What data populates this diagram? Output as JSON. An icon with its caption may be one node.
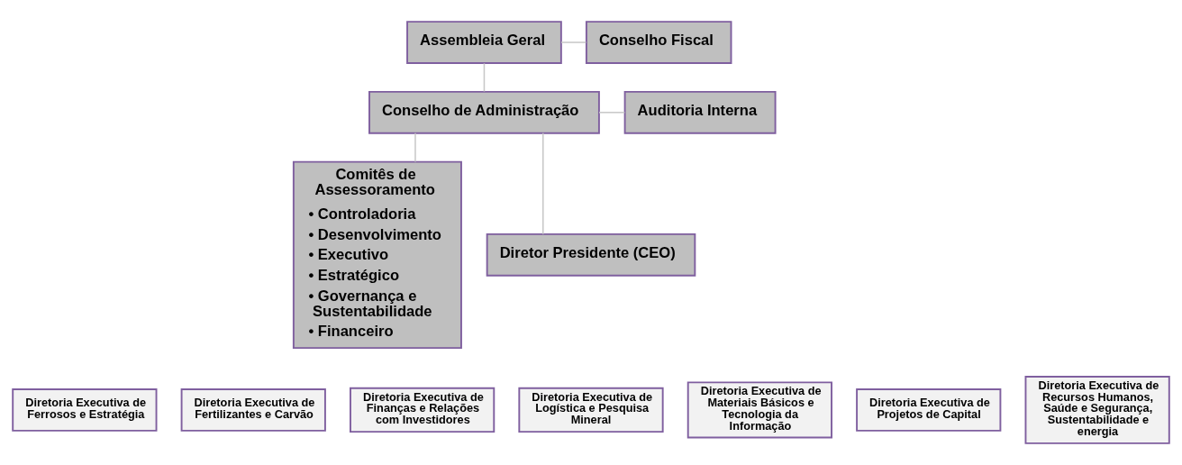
{
  "diagram": {
    "nodes": [
      {
        "text": [
          "Assembleia Geral"
        ]
      },
      {
        "text": [
          "Conselho Fiscal"
        ]
      },
      {
        "text": [
          "Comitês de Assessoramento",
          "• Controladoria",
          "• Desenvolvimento",
          "• Executivo",
          "• Estratégico",
          "• Governança e Sustentabilidade",
          "• Financeiro"
        ]
      },
      {
        "text": [
          "Conselho de Administração"
        ]
      },
      {
        "text": [
          "Auditoria Interna"
        ]
      },
      {
        "text": [
          "Diretor Presidente (CEO)"
        ]
      },
      {
        "text": [
          "Diretoria Executiva de Ferrosos e Estratégia"
        ]
      },
      {
        "text": [
          "Diretoria Executiva de Fertilizantes e Carvão"
        ]
      },
      {
        "text": [
          "Diretoria Executiva de Finanças e Relações com Investidores"
        ]
      },
      {
        "text": [
          "Diretoria Executiva de Logística e Pesquisa Mineral"
        ]
      },
      {
        "text": [
          "Diretoria Executiva de Materiais Básicos e Tecnologia da Informação"
        ]
      },
      {
        "text": [
          "Diretoria Executiva de Projetos de Capital"
        ]
      },
      {
        "text": [
          "Diretoria Executiva de Recursos Humanos, Saúde e Segurança, Sustentabilidade e energia"
        ]
      }
    ],
    "edges": [
      {
        "from": 0,
        "to": 3,
        "arrow": "none"
      },
      {
        "from": 0,
        "to": 1,
        "arrow": "none"
      },
      {
        "from": 3,
        "to": 4,
        "arrow": "none"
      },
      {
        "from": 3,
        "to": 2,
        "arrow": "none"
      },
      {
        "from": 3,
        "to": 5,
        "arrow": "none"
      }
    ]
  }
}
